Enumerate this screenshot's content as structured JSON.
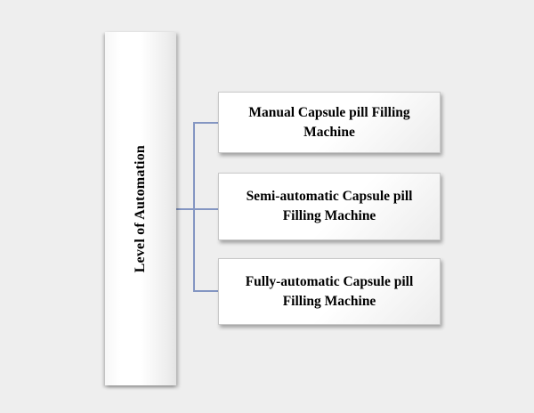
{
  "diagram": {
    "title": "Level of Automation",
    "background_color": "#eeeeee",
    "connector_color": "#8496c2",
    "box_fill_color": "#ffffff",
    "text_color": "#000000",
    "root": {
      "label": "Level of Automation"
    },
    "nodes": [
      {
        "label": "Manual Capsule pill Filling Machine"
      },
      {
        "label": "Semi-automatic Capsule pill Filling Machine"
      },
      {
        "label": "Fully-automatic Capsule pill Filling Machine"
      }
    ]
  }
}
